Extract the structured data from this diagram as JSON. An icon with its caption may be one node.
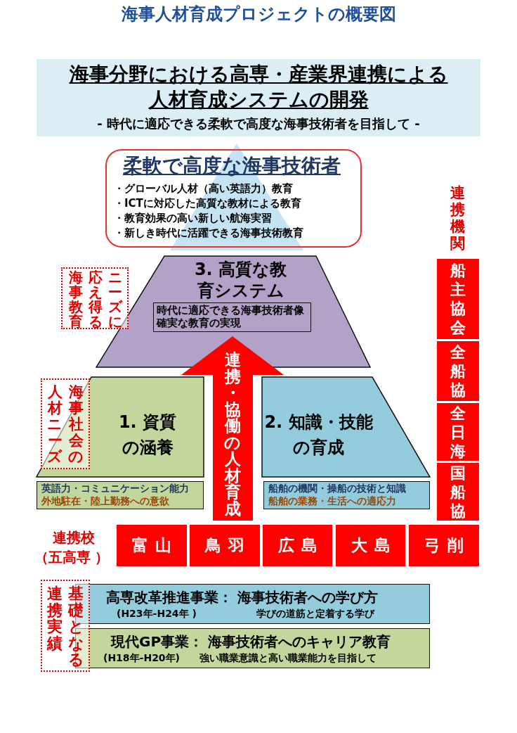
{
  "diagram": {
    "title": "海事人材育成プロジェクトの概要図",
    "nodes": [
      {
        "text": [
          "海事分野における高専・産業界連携による人材育成システムの開発",
          "- 時代に適応できる柔軟で高度な海事技術者を目指して -"
        ]
      },
      {
        "text": [
          "柔軟で高度な海事技術者",
          "・グローバル人材（高い英語力）教育",
          "・ICTに対応した高質な教材による教育",
          "・教育効果の高い新しい航海実習",
          "・新しき時代に活躍できる海事技術教育"
        ]
      },
      {
        "text": [
          "3. 高質な教育システム"
        ]
      },
      {
        "text": [
          "時代に適応できる海事技術者像確実な教育の実現"
        ],
        "in": 2
      },
      {
        "text": [
          "ニーズに応え得る海事教育"
        ]
      },
      {
        "text": [
          "1. 資質の涵養"
        ]
      },
      {
        "text": [
          "海事社会の人材ニーズ"
        ]
      },
      {
        "text": [
          "英語力・コミュニケーション能力",
          "外地駐在・陸上勤務への意欲"
        ]
      },
      {
        "text": [
          "2. 知識・技能の育成"
        ]
      },
      {
        "text": [
          "船舶の機関・操船の技術と知識",
          "船舶の業務・生活への適応力"
        ]
      },
      {
        "text": [
          "連携・協働の人材育成"
        ]
      },
      {
        "text": [
          "船主協会"
        ]
      },
      {
        "text": [
          "全船協"
        ]
      },
      {
        "text": [
          "全日海"
        ]
      },
      {
        "text": [
          "国船協"
        ]
      },
      {
        "text": [
          "富山"
        ]
      },
      {
        "text": [
          "鳥羽"
        ]
      },
      {
        "text": [
          "広島"
        ]
      },
      {
        "text": [
          "大島"
        ]
      },
      {
        "text": [
          "弓削"
        ]
      },
      {
        "text": [
          "基礎となる連携実績"
        ]
      },
      {
        "text": [
          "高専改革推進事業： 海事技術者への学び方",
          "(H23年-H24年 )",
          "学びの道筋と定着する学び"
        ]
      },
      {
        "text": [
          "現代GP事業： 海事技術者へのキャリア教育",
          "(H18年-H20年)",
          "強い職業意識と高い職業能力を目指して"
        ]
      }
    ],
    "labels": [
      "連携機関",
      "連携校",
      "（五高専 ）"
    ]
  }
}
